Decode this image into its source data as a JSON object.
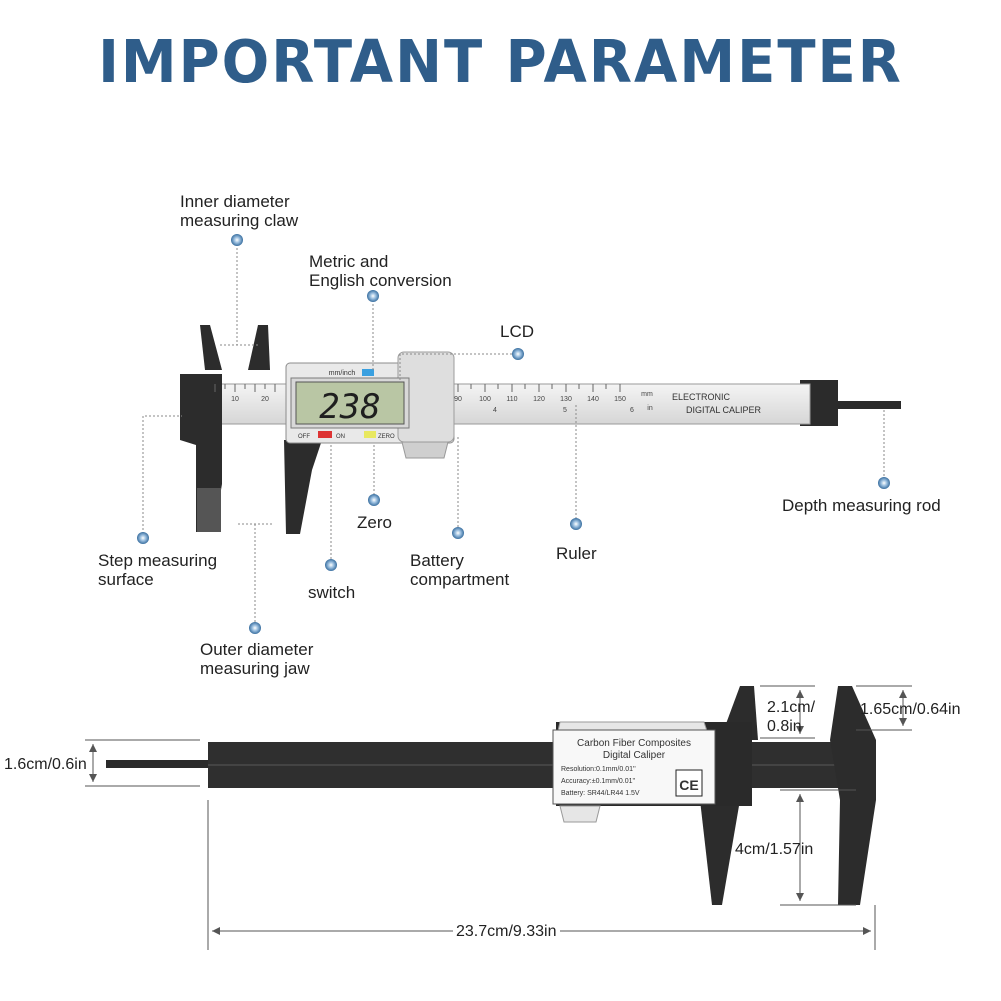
{
  "title": "IMPORTANT PARAMETER",
  "labels": {
    "inner_claw_1": "Inner diameter",
    "inner_claw_2": "measuring claw",
    "metric_1": "Metric and",
    "metric_2": "English conversion",
    "lcd": "LCD",
    "depth_rod": "Depth measuring rod",
    "step_1": "Step measuring",
    "step_2": "surface",
    "zero": "Zero",
    "battery_1": "Battery",
    "battery_2": "compartment",
    "ruler": "Ruler",
    "switch": "switch",
    "outer_1": "Outer diameter",
    "outer_2": "measuring jaw"
  },
  "caliper": {
    "display_value": "238",
    "unit_toggle": "mm/inch",
    "btn_off": "OFF",
    "btn_on": "ON",
    "btn_zero": "ZERO",
    "brand_1": "ELECTRONIC",
    "brand_2": "DIGITAL CALIPER",
    "scale_ticks": [
      "10",
      "20",
      "90",
      "100",
      "110",
      "120",
      "130",
      "140",
      "150"
    ],
    "scale_unit_mm": "mm",
    "scale_unit_in": "in",
    "scale_inch_marks": [
      "4",
      "5",
      "6"
    ]
  },
  "back_label": {
    "title_1": "Carbon Fiber Composites",
    "title_2": "Digital Caliper",
    "resolution": "Resolution:0.1mm/0.01''",
    "accuracy": "Accuracy:±0.1mm/0.01''",
    "battery": "Battery: SR44/LR44 1.5V",
    "ce": "CE"
  },
  "dimensions": {
    "rod_height": "1.6cm/0.6in",
    "inner_jaw_1": "2.1cm/",
    "inner_jaw_2": "0.8in",
    "top_jaw": "1.65cm/0.64in",
    "outer_jaw": "4cm/1.57in",
    "total_length": "23.7cm/9.33in"
  },
  "colors": {
    "title": "#2f5d8a",
    "body": "#2b2b2b",
    "lcd": "#b9c6a4",
    "callout_dot": "#3a6fa0"
  }
}
